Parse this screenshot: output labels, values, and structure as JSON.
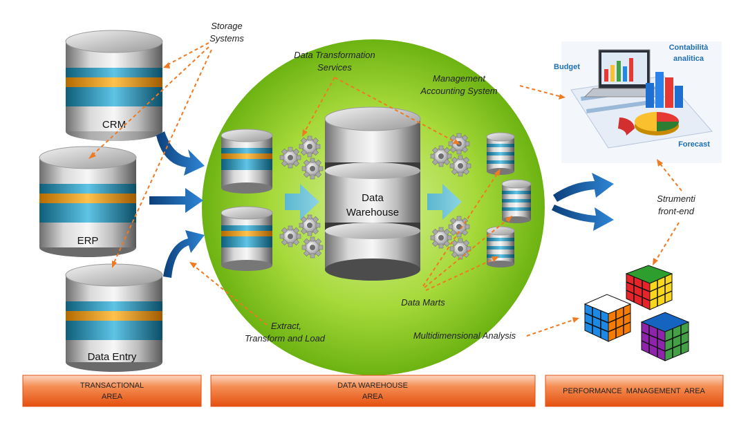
{
  "sources": {
    "crm": "CRM",
    "erp": "ERP",
    "data_entry": "Data Entry"
  },
  "annotations": {
    "storage_line1": "Storage",
    "storage_line2": "Systems",
    "dts_line1": "Data Transformation",
    "dts_line2": "Services",
    "mas_line1": "Management",
    "mas_line2": "Accounting System",
    "etl_line1": "Extract,",
    "etl_line2": "Transform and Load",
    "data_marts": "Data Marts",
    "multidimensional": "Multidimensional Analysis",
    "frontend_line1": "Strumenti",
    "frontend_line2": "front-end"
  },
  "warehouse": {
    "line1": "Data",
    "line2": "Warehouse"
  },
  "performance": {
    "budget": "Budget",
    "contabilita_line1": "Contabilità",
    "contabilita_line2": "analitica",
    "forecast": "Forecast"
  },
  "bands": {
    "transactional_line1": "TRANSACTIONAL",
    "transactional_line2": "AREA",
    "warehouse_line1": "DATA WAREHOUSE",
    "warehouse_line2": "AREA",
    "performance": "PERFORMANCE  MANAGEMENT  AREA"
  },
  "colors": {
    "accent_orange": "#ef7a22",
    "arrow_blue": "#1a5fa8",
    "green": "#7fc11a",
    "band": "#f2641a"
  }
}
